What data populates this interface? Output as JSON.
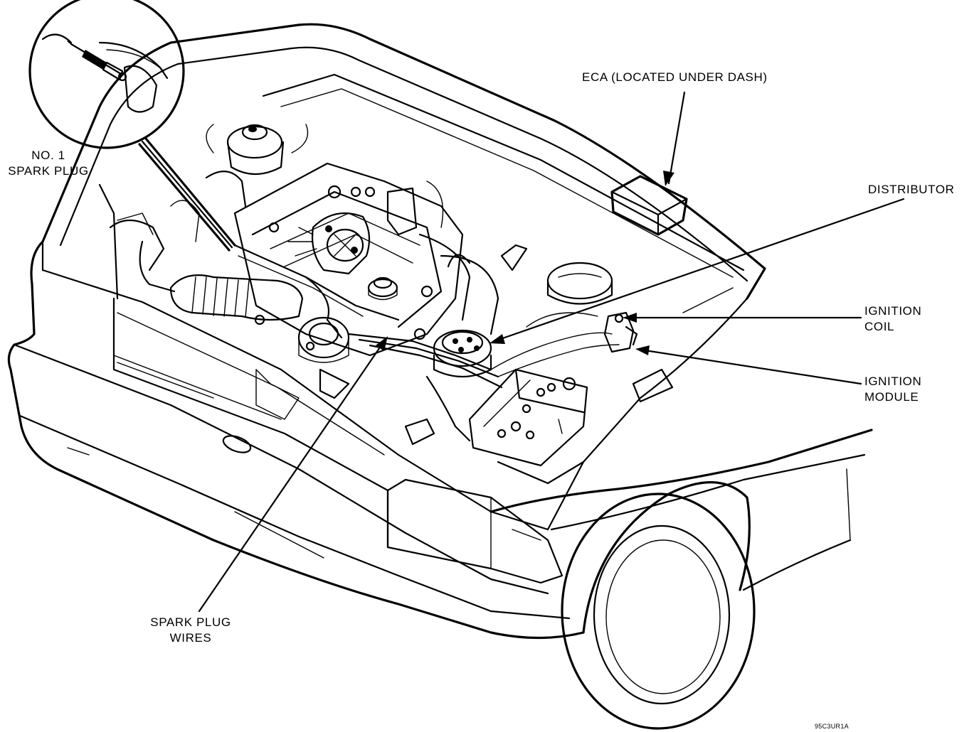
{
  "diagram": {
    "labels": {
      "eca": "ECA (LOCATED UNDER DASH)",
      "distributor": "DISTRIBUTOR",
      "no1_spark_plug_line1": "NO. 1",
      "no1_spark_plug_line2": "SPARK PLUG",
      "ignition_coil_line1": "IGNITION",
      "ignition_coil_line2": "COIL",
      "ignition_module_line1": "IGNITION",
      "ignition_module_line2": "MODULE",
      "spark_plug_wires_line1": "SPARK PLUG",
      "spark_plug_wires_line2": "WIRES"
    },
    "figure_code": "95C3UR1A",
    "colors": {
      "ink": "#000000",
      "paper": "#ffffff"
    }
  }
}
